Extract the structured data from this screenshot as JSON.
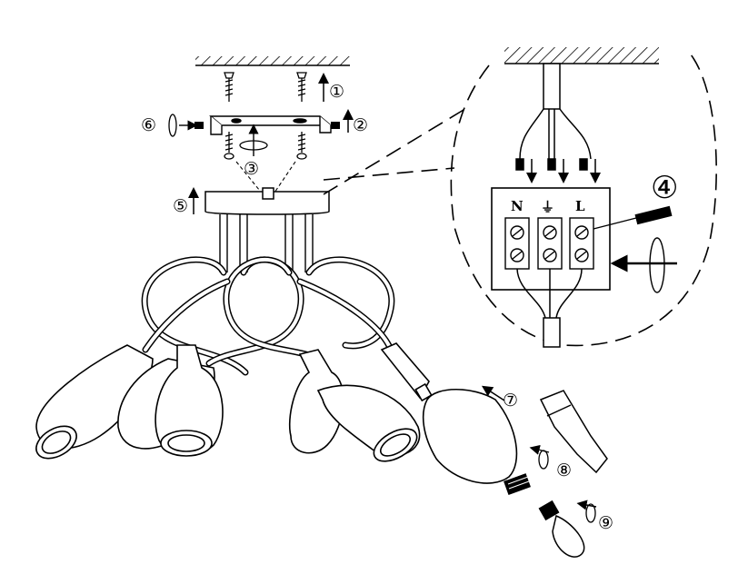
{
  "diagram": {
    "title": "",
    "steps": [
      {
        "id": "1",
        "label": "①"
      },
      {
        "id": "2",
        "label": "②"
      },
      {
        "id": "3",
        "label": "③"
      },
      {
        "id": "4",
        "label": "④"
      },
      {
        "id": "5",
        "label": "⑤"
      },
      {
        "id": "6",
        "label": "⑥"
      },
      {
        "id": "7",
        "label": "⑦"
      },
      {
        "id": "8",
        "label": "⑧"
      },
      {
        "id": "9",
        "label": "⑨"
      }
    ],
    "terminals": [
      {
        "id": "neutral",
        "label": "N"
      },
      {
        "id": "earth",
        "label": "⏚"
      },
      {
        "id": "live",
        "label": "L"
      }
    ],
    "line_color": "#000000",
    "background": "#ffffff"
  }
}
